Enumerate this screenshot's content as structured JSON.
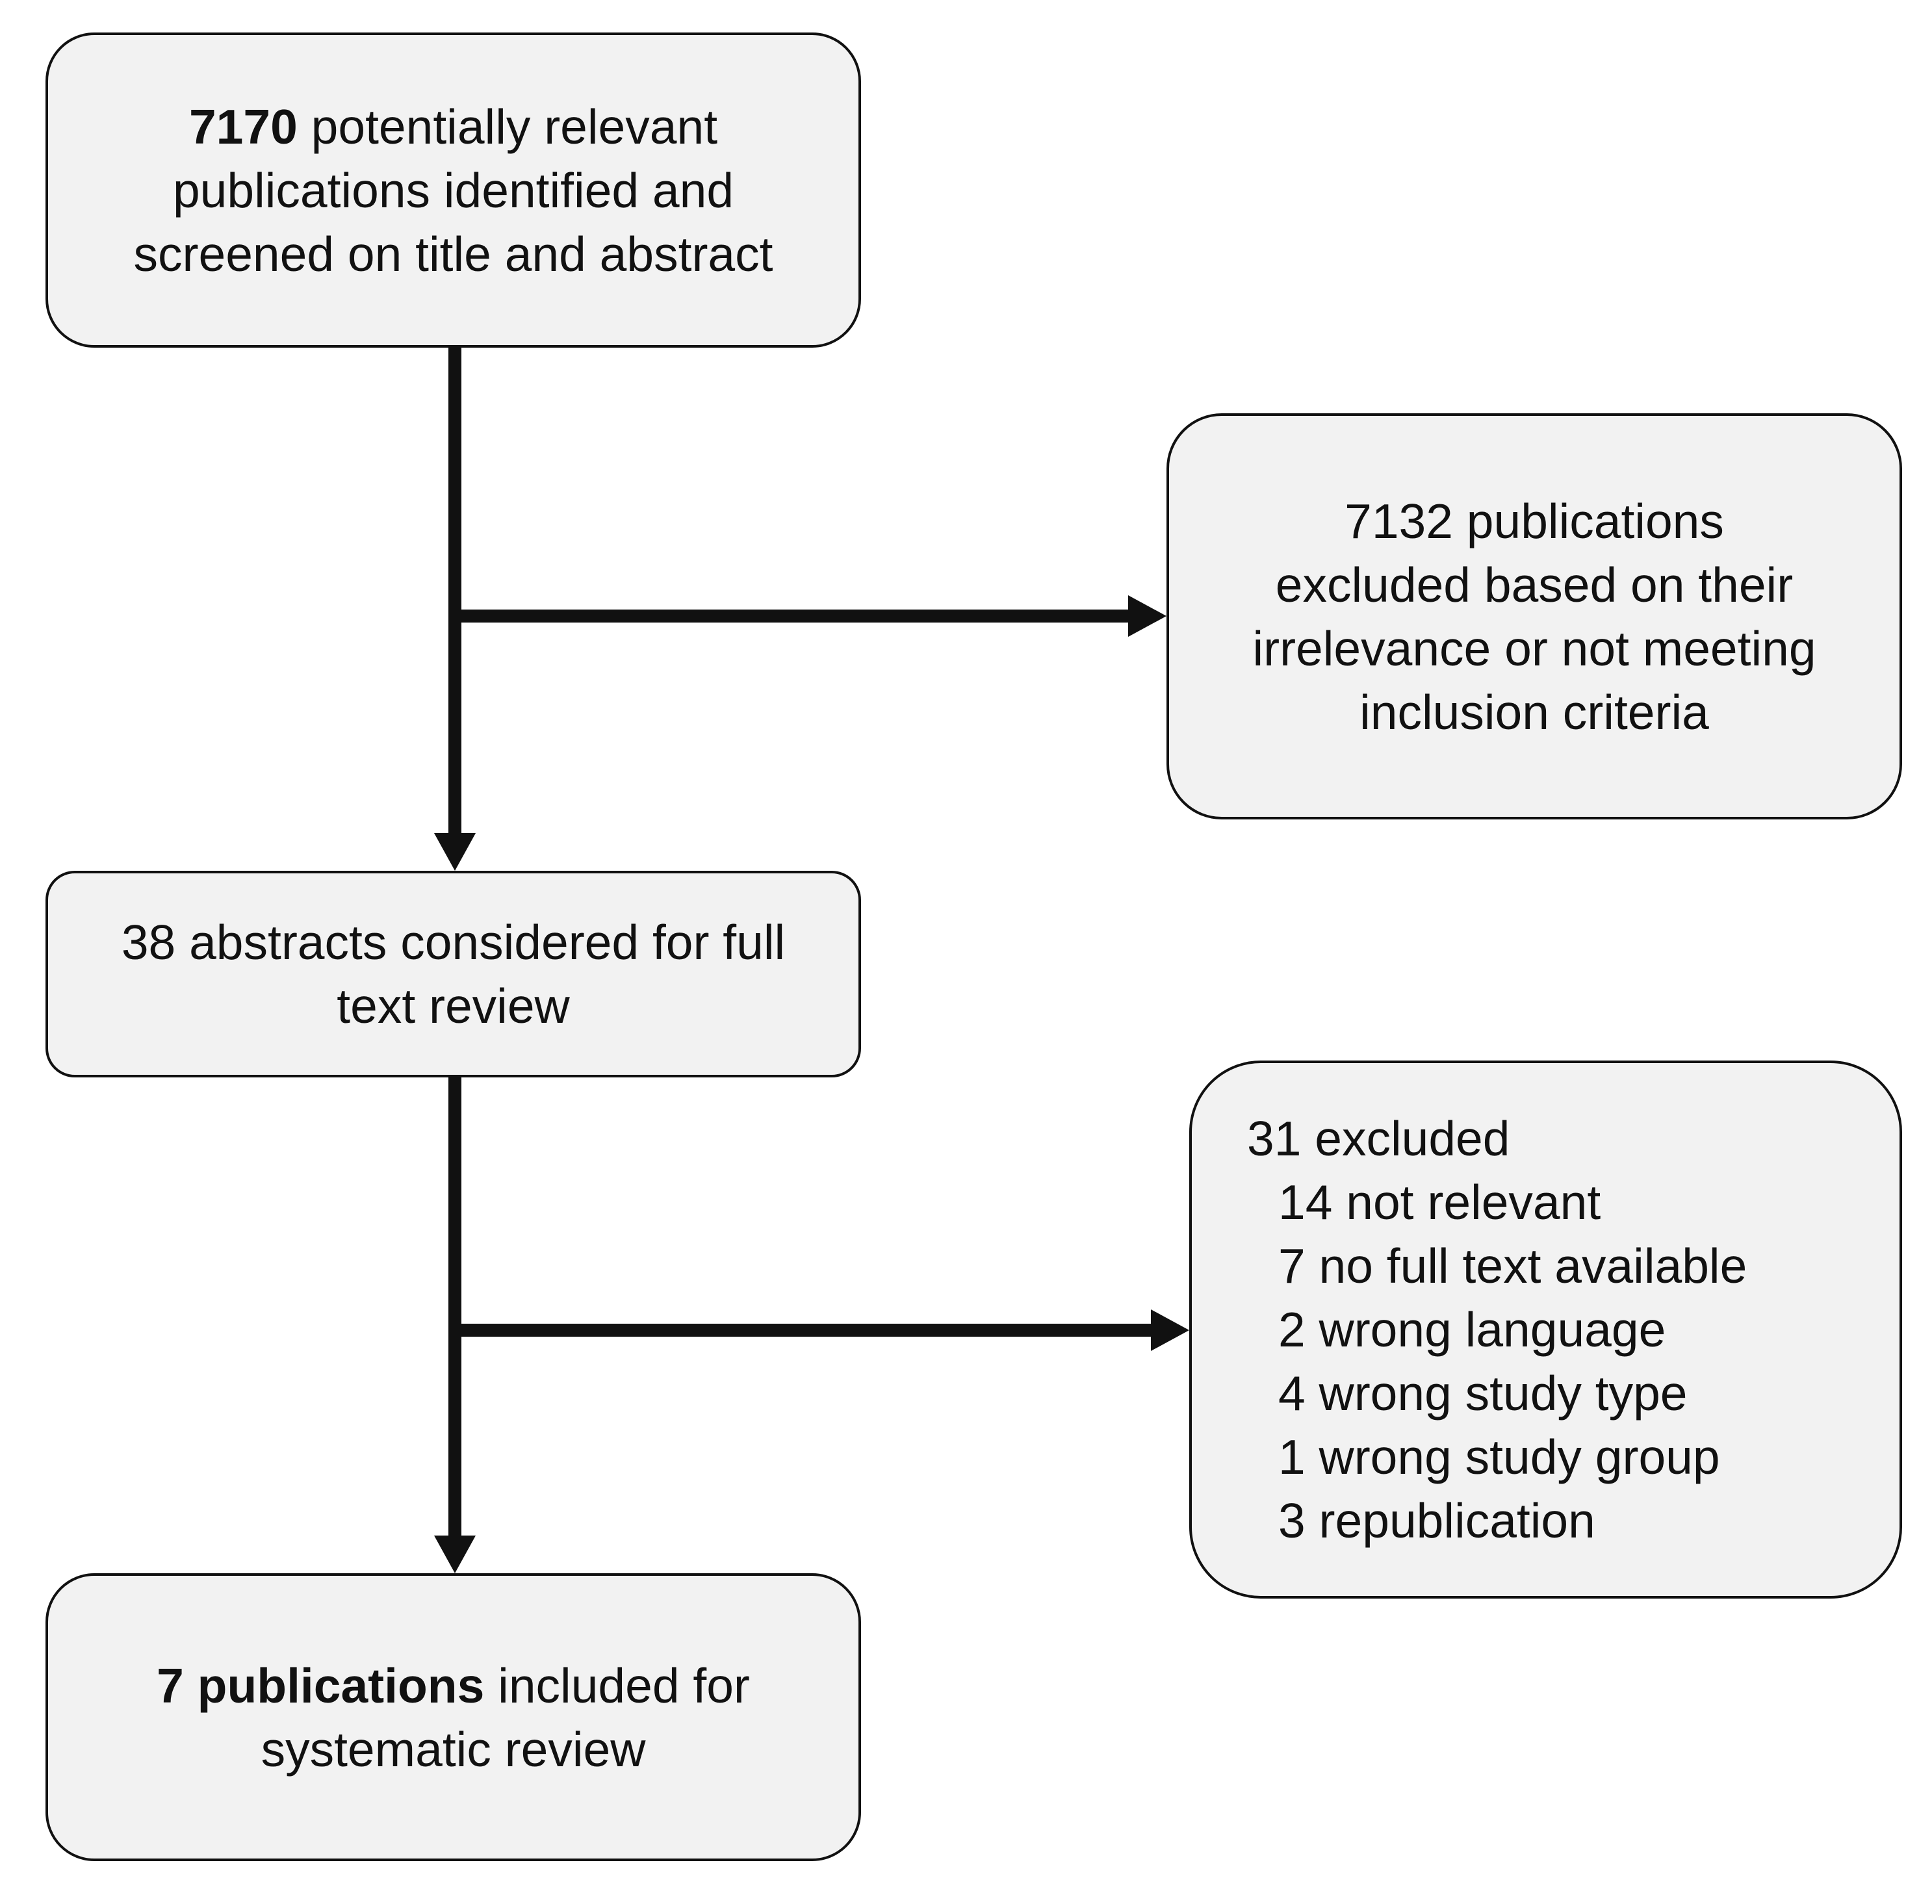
{
  "flow": {
    "screened": {
      "count": "7170",
      "line1_rest": " potentially relevant",
      "line2": "publications identified and",
      "line3": "screened on title and abstract"
    },
    "excluded_first": {
      "line1": "7132 publications",
      "line2": "excluded based on their",
      "line3": "irrelevance or not meeting",
      "line4": "inclusion criteria"
    },
    "fulltext": {
      "line1": "38 abstracts considered for full",
      "line2": "text review"
    },
    "excluded_second": {
      "header": "31 excluded",
      "reasons": [
        "14 not relevant",
        "7 no full text available",
        "2 wrong language",
        "4 wrong study type",
        "1 wrong study group",
        "3 republication"
      ]
    },
    "included": {
      "bold": "7 publications",
      "line1_rest": " included for",
      "line2": "systematic review"
    }
  },
  "colors": {
    "box_fill": "#f2f2f2",
    "stroke": "#111111",
    "background": "#ffffff"
  }
}
